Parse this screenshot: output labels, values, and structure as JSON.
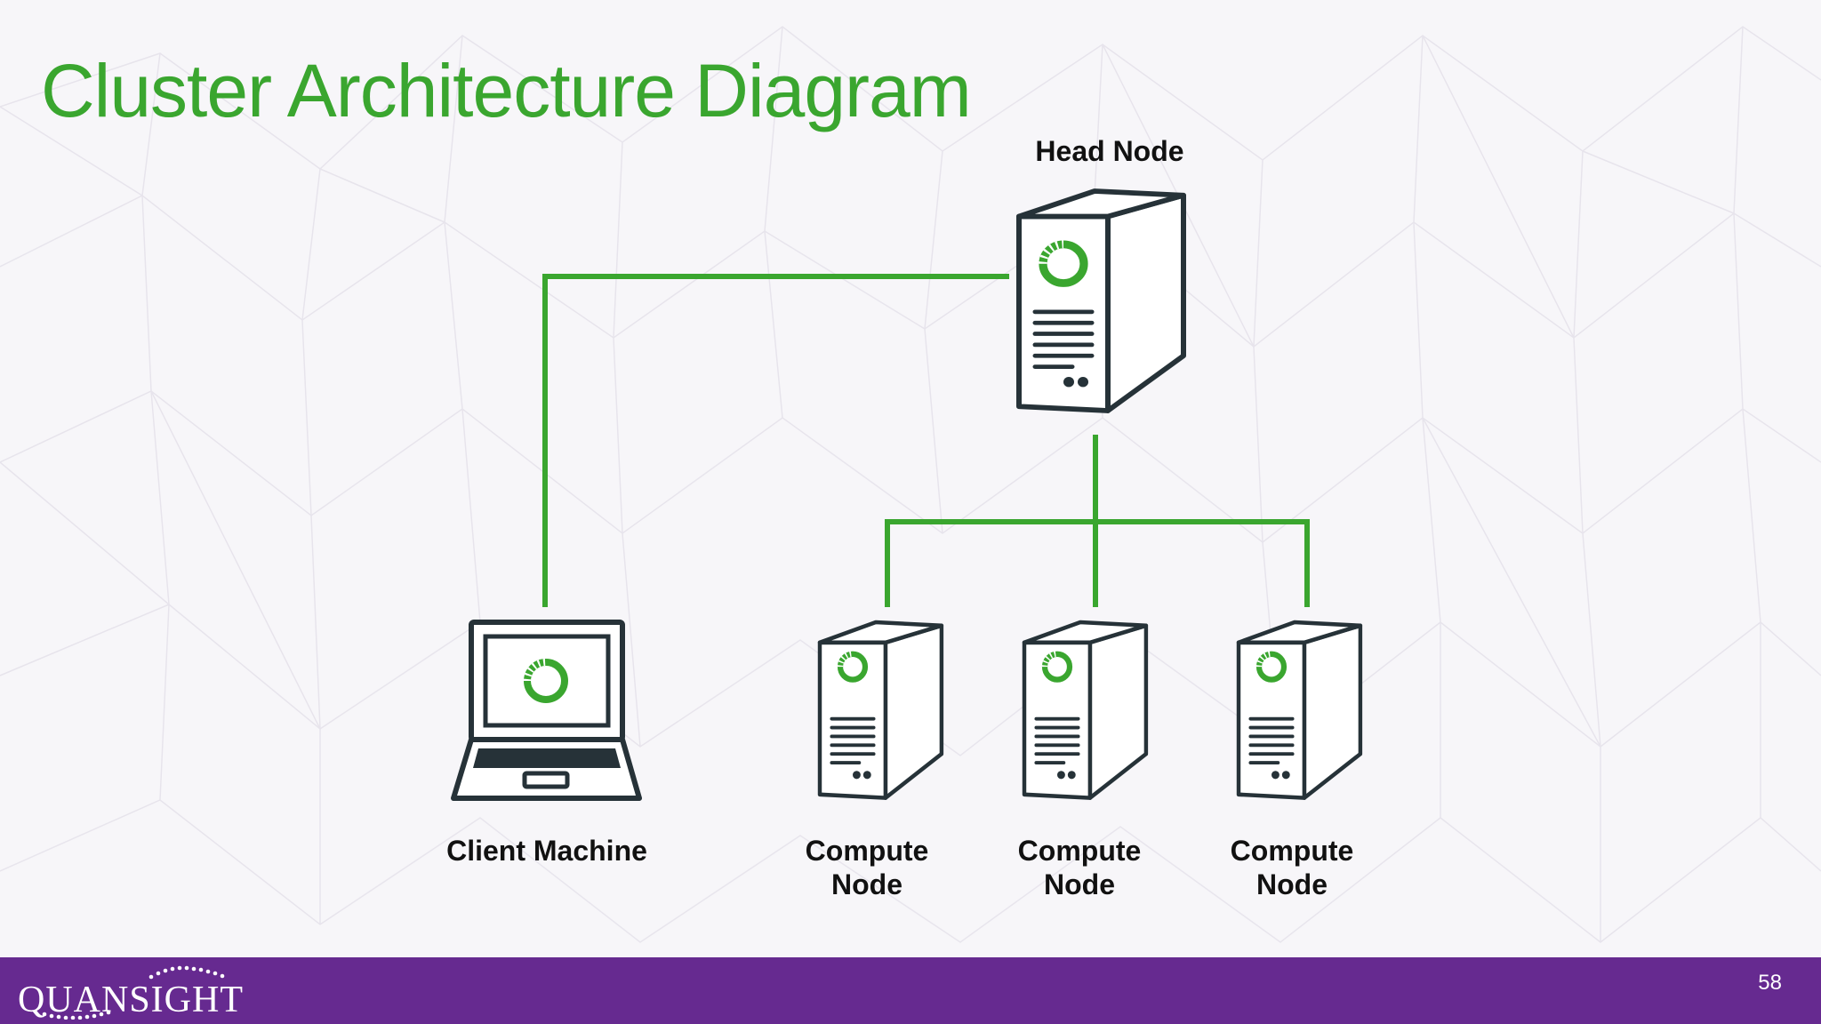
{
  "slide": {
    "title": "Cluster Architecture Diagram",
    "page_number": "58"
  },
  "colors": {
    "title_green": "#3aa62f",
    "connector_green": "#3aa62f",
    "icon_outline": "#263238",
    "footer_purple": "#662a90"
  },
  "diagram": {
    "head_node": {
      "label": "Head Node",
      "icon": "server-tower-icon"
    },
    "client": {
      "label": "Client Machine",
      "icon": "laptop-icon"
    },
    "compute_nodes": [
      {
        "line1": "Compute",
        "line2": "Node",
        "icon": "server-tower-icon"
      },
      {
        "line1": "Compute",
        "line2": "Node",
        "icon": "server-tower-icon"
      },
      {
        "line1": "Compute",
        "line2": "Node",
        "icon": "server-tower-icon"
      }
    ]
  },
  "footer": {
    "logo_text": "QUANSIGHT"
  }
}
